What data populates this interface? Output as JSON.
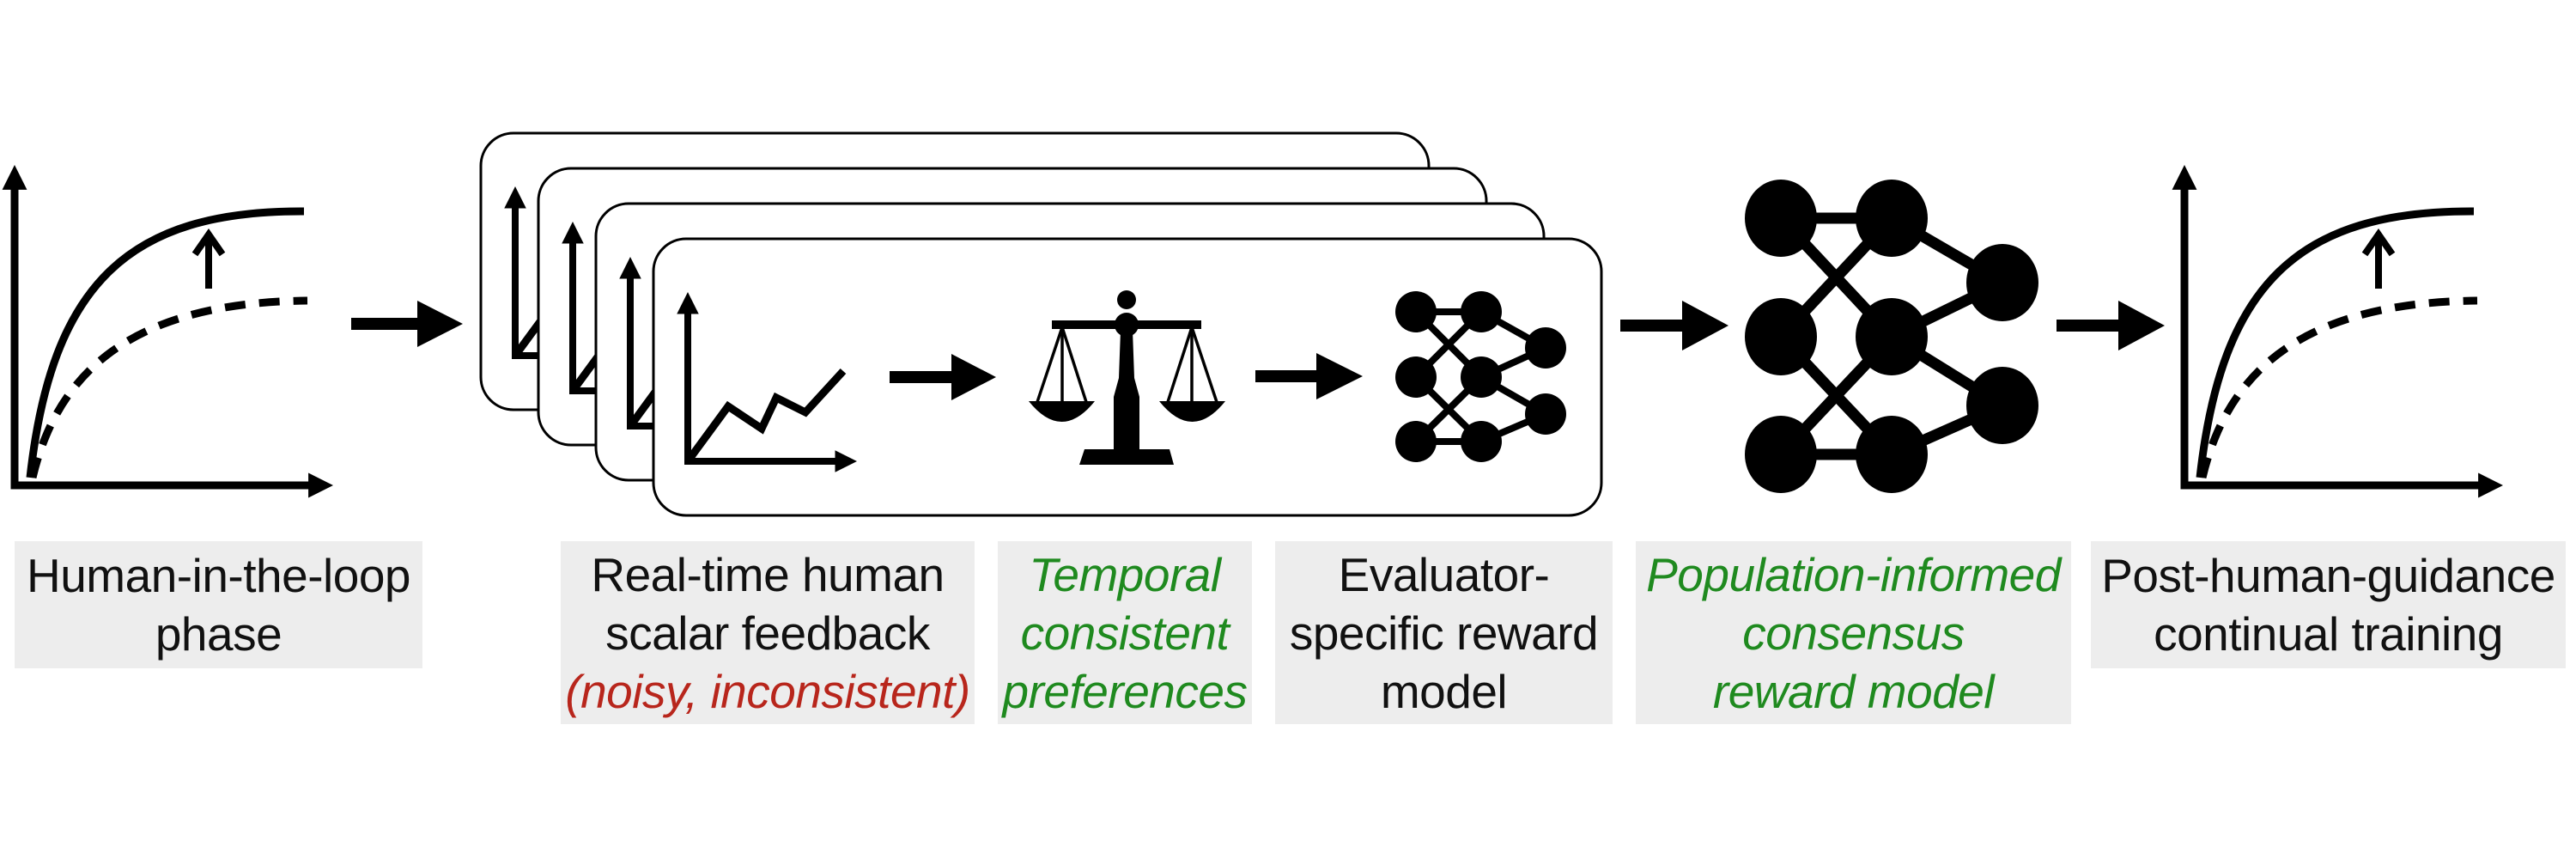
{
  "figure": {
    "stages": [
      {
        "id": "hitl",
        "lines": [
          "Human-in-the-loop",
          "phase"
        ],
        "style": "plain"
      },
      {
        "id": "feedback",
        "lines": [
          "Real-time human",
          "scalar feedback"
        ],
        "note": "(noisy, inconsistent)",
        "note_color": "#b8261c"
      },
      {
        "id": "temporal",
        "lines": [
          "Temporal",
          "consistent",
          "preferences"
        ],
        "style": "green-italic",
        "color": "#1f8a1f"
      },
      {
        "id": "evaluator",
        "lines": [
          "Evaluator-",
          "specific reward",
          "model"
        ],
        "style": "plain"
      },
      {
        "id": "population",
        "lines": [
          "Population-informed",
          "consensus",
          "reward model"
        ],
        "style": "green-italic",
        "color": "#1f8a1f"
      },
      {
        "id": "post",
        "lines": [
          "Post-human-guidance",
          "continual training"
        ],
        "style": "plain"
      }
    ],
    "icons": {
      "left_chart": "learning-curve-improvement-icon",
      "stacked_cards": "per-evaluator-pipeline-cards",
      "card_chart": "noisy-feedback-line-chart-icon",
      "scale": "balance-scale-icon",
      "small_net": "neural-network-icon",
      "big_net": "neural-network-icon",
      "right_chart": "learning-curve-improvement-icon"
    },
    "stack_count": 4,
    "colors": {
      "ink": "#000000",
      "label_bg": "#ededed",
      "positive": "#1f8a1f",
      "negative": "#b8261c"
    }
  }
}
